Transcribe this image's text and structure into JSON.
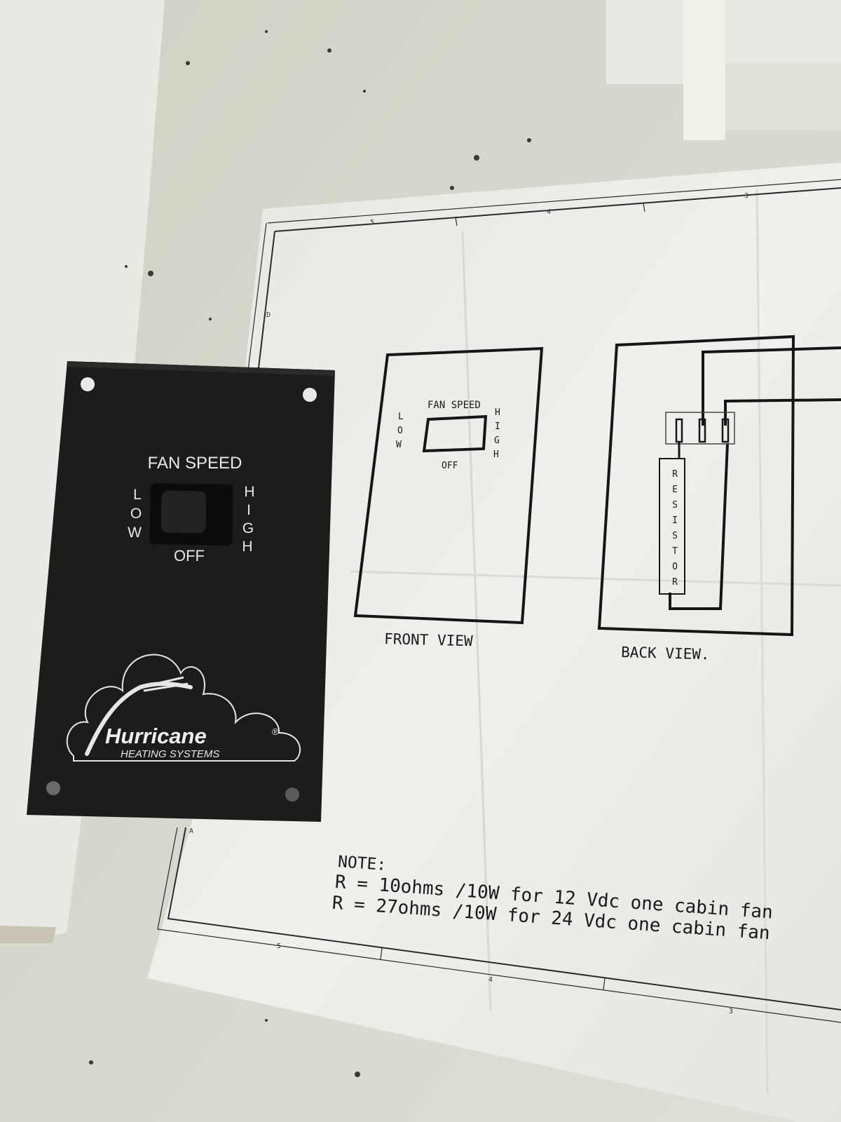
{
  "colors": {
    "table": "#d9dcd1",
    "paper": "#eef0ec",
    "ink": "#1c1c1c",
    "plate": "#1e1c1b",
    "plate_text": "#e6e6e6"
  },
  "plate": {
    "title": "FAN SPEED",
    "low_letters": [
      "L",
      "O",
      "W"
    ],
    "high_letters": [
      "H",
      "I",
      "G",
      "H"
    ],
    "off": "OFF",
    "brand": "Hurricane",
    "registered": "®",
    "tagline": "HEATING SYSTEMS"
  },
  "drawing": {
    "front": {
      "title": "FAN SPEED",
      "low_letters": [
        "L",
        "O",
        "W"
      ],
      "high_letters": [
        "H",
        "I",
        "G",
        "H"
      ],
      "off": "OFF",
      "caption": "FRONT VIEW"
    },
    "back": {
      "resistor_letters": [
        "R",
        "E",
        "S",
        "I",
        "S",
        "T",
        "O",
        "R"
      ],
      "caption": "BACK VIEW."
    },
    "note": {
      "heading": "NOTE:",
      "lines": [
        "R = 10ohms /10W for 12 Vdc one cabin fan",
        "R = 27ohms /10W for 24 Vdc one cabin fan"
      ]
    },
    "border_marks": {
      "top": [
        "5",
        "4",
        "3"
      ],
      "bottom": [
        "5",
        "4",
        "3"
      ],
      "left": [
        "D",
        "A"
      ]
    }
  }
}
